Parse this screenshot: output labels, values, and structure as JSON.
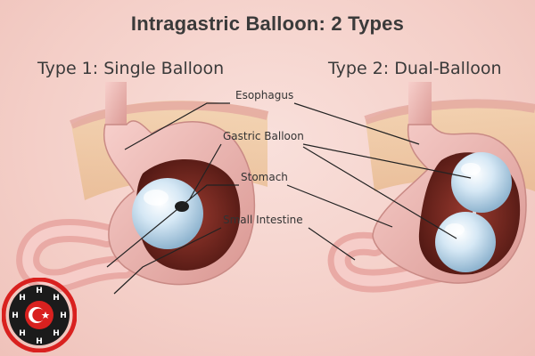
{
  "title": "Intragastric Balloon: 2 Types",
  "types": [
    {
      "label": "Type 1: Single Balloon"
    },
    {
      "label": "Type 2: Dual-Balloon"
    }
  ],
  "callouts": {
    "esophagus": "Esophagus",
    "gastric_balloon": "Gastric Balloon",
    "stomach": "Stomach",
    "small_intestine": "Small Intestine"
  },
  "logo": {
    "letters": "HHHHHHHH",
    "icon": "turkish-flag-gear-logo"
  },
  "colors": {
    "background": "#f4cfc8",
    "stomach_wall": "#eab2ad",
    "stomach_inner": "#7a2d25",
    "balloon": "#cfe3f1",
    "logo_red": "#d9211f"
  }
}
